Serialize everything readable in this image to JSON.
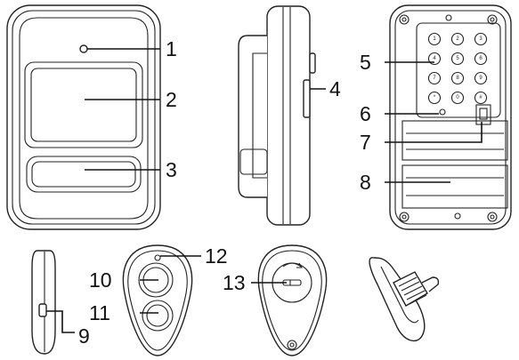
{
  "callouts": [
    "1",
    "2",
    "3",
    "4",
    "5",
    "6",
    "7",
    "8",
    "9",
    "10",
    "11",
    "12",
    "13"
  ],
  "keypad_keys": [
    "1",
    "2",
    "3",
    "4",
    "5",
    "6",
    "7",
    "8",
    "9",
    "*",
    "0",
    "#"
  ],
  "colors": {
    "line": "#111111",
    "paper": "#ffffff"
  }
}
